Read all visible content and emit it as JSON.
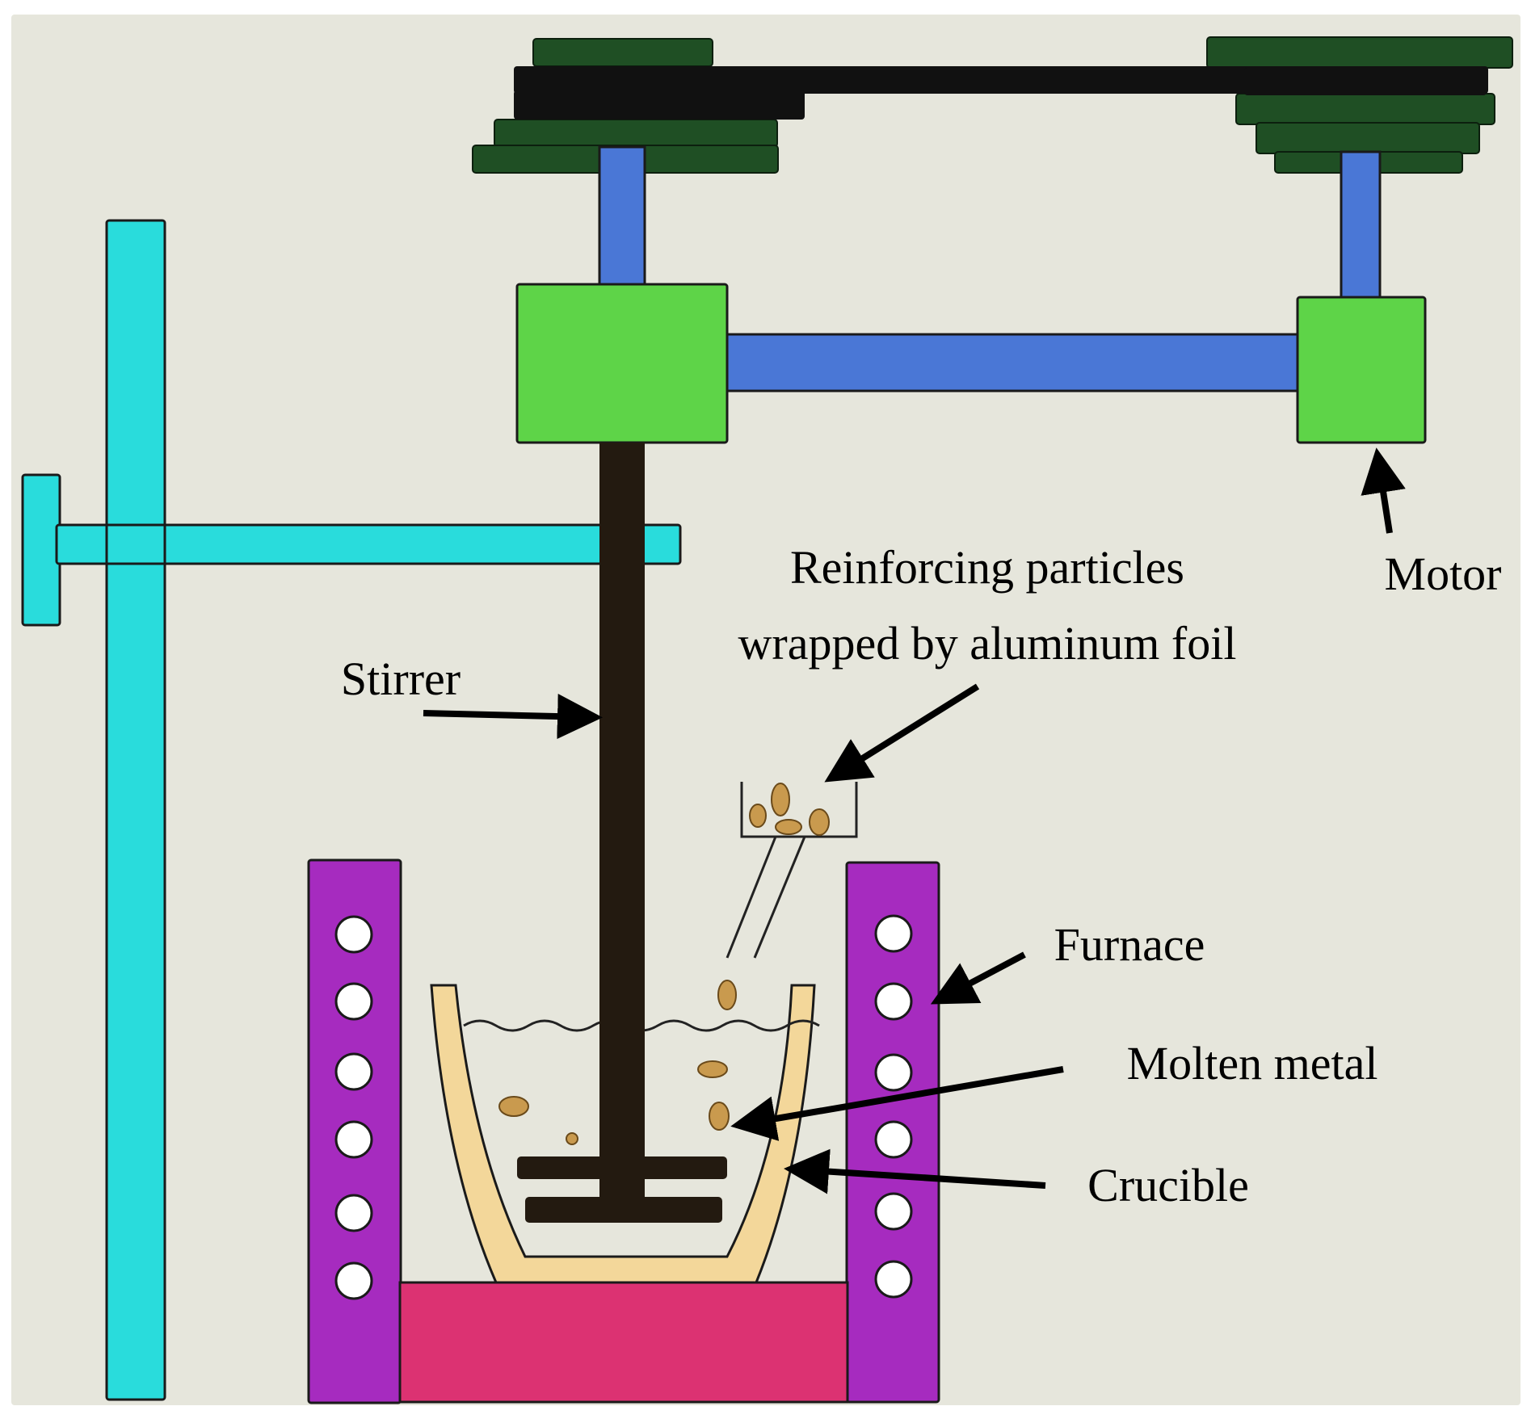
{
  "labels": {
    "reinforcing_line1": "Reinforcing particles",
    "reinforcing_line2": "wrapped by aluminum foil",
    "motor": "Motor",
    "stirrer": "Stirrer",
    "furnace": "Furnace",
    "molten_metal": "Molten metal",
    "crucible": "Crucible"
  },
  "colors": {
    "background": "#e6e6dc",
    "pulley": "#1f4f24",
    "belt": "#111111",
    "shaft": "#4a77d6",
    "gearbox": "#5ed448",
    "stand": "#29dcdc",
    "stirrer": "#231a10",
    "furnace_wall": "#a62bbf",
    "furnace_base": "#dc3272",
    "crucible": "#f3d79a",
    "particles": "#c99a4e"
  }
}
